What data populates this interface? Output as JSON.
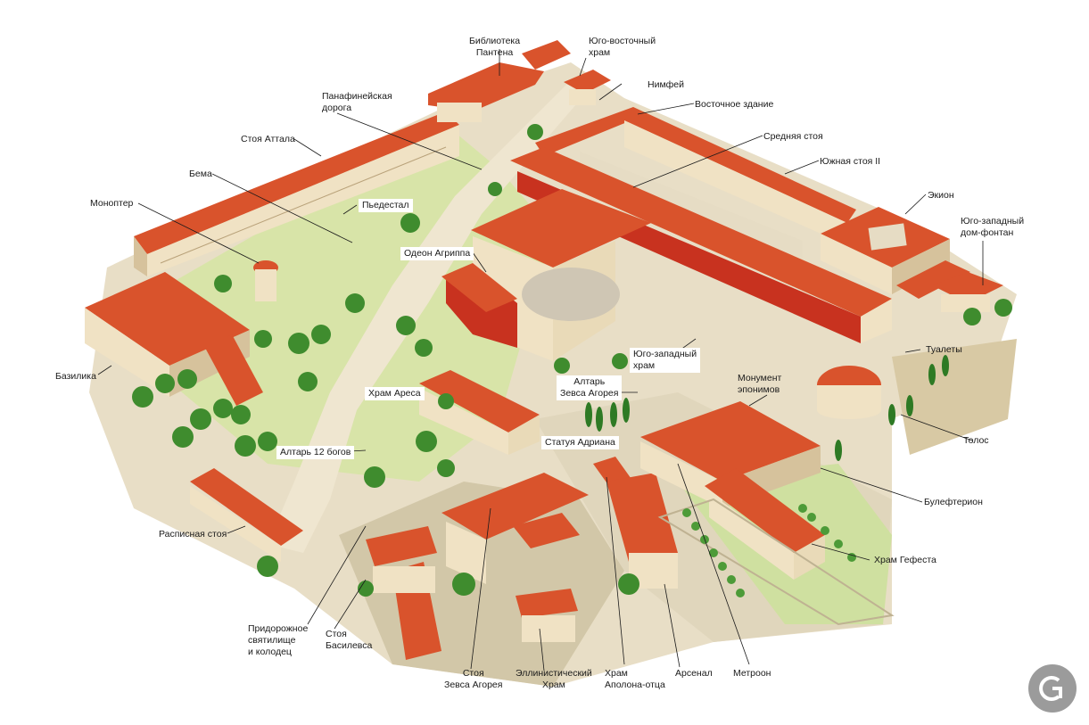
{
  "labels": {
    "biblioteka": [
      "Библиотека",
      "Пантена"
    ],
    "yugovostochny_hram": [
      "Юго-восточный",
      "храм"
    ],
    "nimfey": "Нимфей",
    "vostochnoe_zdanie": "Восточное здание",
    "srednyaya_stoya": "Средняя стоя",
    "yuzhnaya_stoya": "Южная стоя II",
    "ekion": "Экион",
    "yugozapadny_dom": [
      "Юго-западный",
      "дом-фонтан"
    ],
    "panafineyskaya": [
      "Панафинейская",
      "дорога"
    ],
    "stoya_attala": "Стоя Аттала",
    "bema": "Бема",
    "monopter": "Моноптер",
    "pyedestal": "Пьедестал",
    "odeon": "Одеон Агриппа",
    "bazilika": "Базилика",
    "tualety": "Туалеты",
    "yugozapadny_hram": [
      "Юго-западный",
      "храм"
    ],
    "altar_zevsa": [
      "Алтарь",
      "Зевса Агорея"
    ],
    "monument": [
      "Монумент",
      "эпонимов"
    ],
    "hram_aresa": "Храм Ареса",
    "tolos": "Толос",
    "statuya": "Статуя Адриана",
    "altar_12": "Алтарь 12 богов",
    "buleftery": "Булефтерион",
    "raspisnaya": "Расписная стоя",
    "hram_gefesta": "Храм Гефеста",
    "pridorozhnoe": [
      "Придорожное",
      "святилище",
      "и колодец"
    ],
    "stoya_basilevsa": [
      "Стоя",
      "Басилевса"
    ],
    "stoya_zevsa": [
      "Стоя",
      "Зевса Агорея"
    ],
    "ellinistichesky": [
      "Эллинистический",
      "Храм"
    ],
    "hram_apollona": [
      "Храм",
      "Аполона-отца"
    ],
    "arsenal": "Арсенал",
    "metroon": "Метроон"
  },
  "colors": {
    "roof": "#d9532c",
    "roof_dark": "#a83a1c",
    "wall": "#f0e2c4",
    "wall_shade": "#d6c29c",
    "column": "#c8321f",
    "grass": "#cfe09a",
    "tree": "#3f8c2e",
    "ground": "#e6dcc4",
    "logo": "#9b9b9b"
  },
  "logo_icon": "cg-logo-icon"
}
